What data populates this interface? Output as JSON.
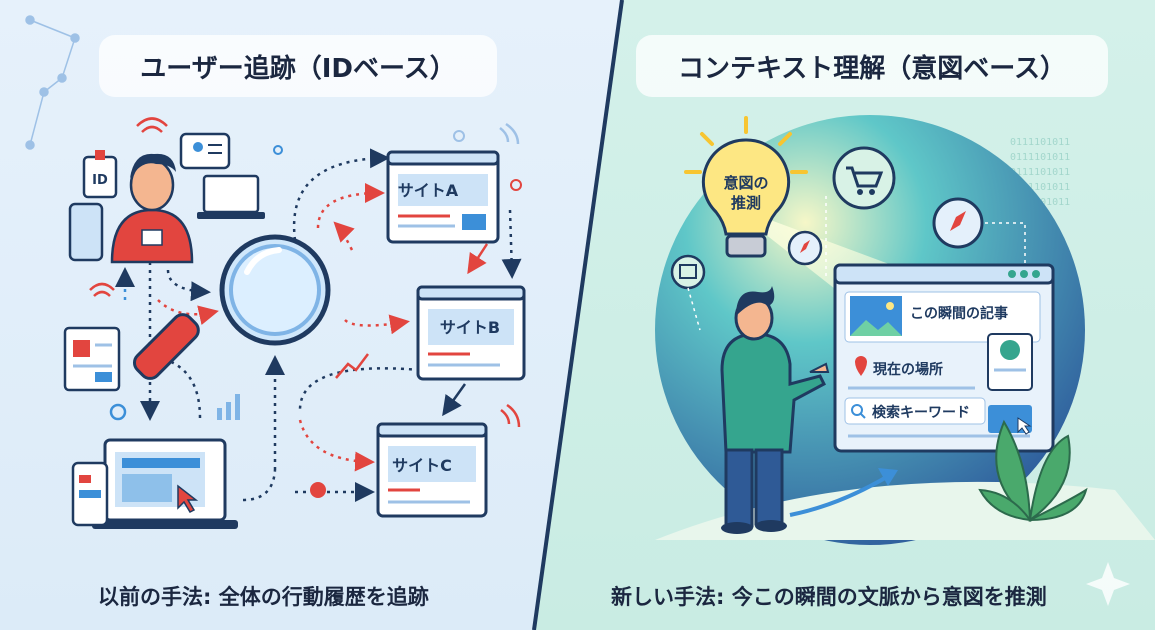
{
  "left_panel": {
    "title": "ユーザー追跡（IDベース）",
    "caption": "以前の手法: 全体の行動履歴を追跡",
    "badge_text": "ID",
    "sites": [
      "サイトA",
      "サイトB",
      "サイトC"
    ]
  },
  "right_panel": {
    "title": "コンテキスト理解（意図ベース）",
    "caption": "新しい手法: 今この瞬間の文脈から意図を推測",
    "bulb_line1": "意図の",
    "bulb_line2": "推測",
    "window_items": [
      "この瞬間の記事",
      "現在の場所",
      "検索キーワード"
    ],
    "binary_text": "0111101011"
  },
  "colors": {
    "navy": "#1f3a60",
    "red": "#e2453f",
    "blue": "#3c8fd8",
    "teal": "#35a58e"
  }
}
